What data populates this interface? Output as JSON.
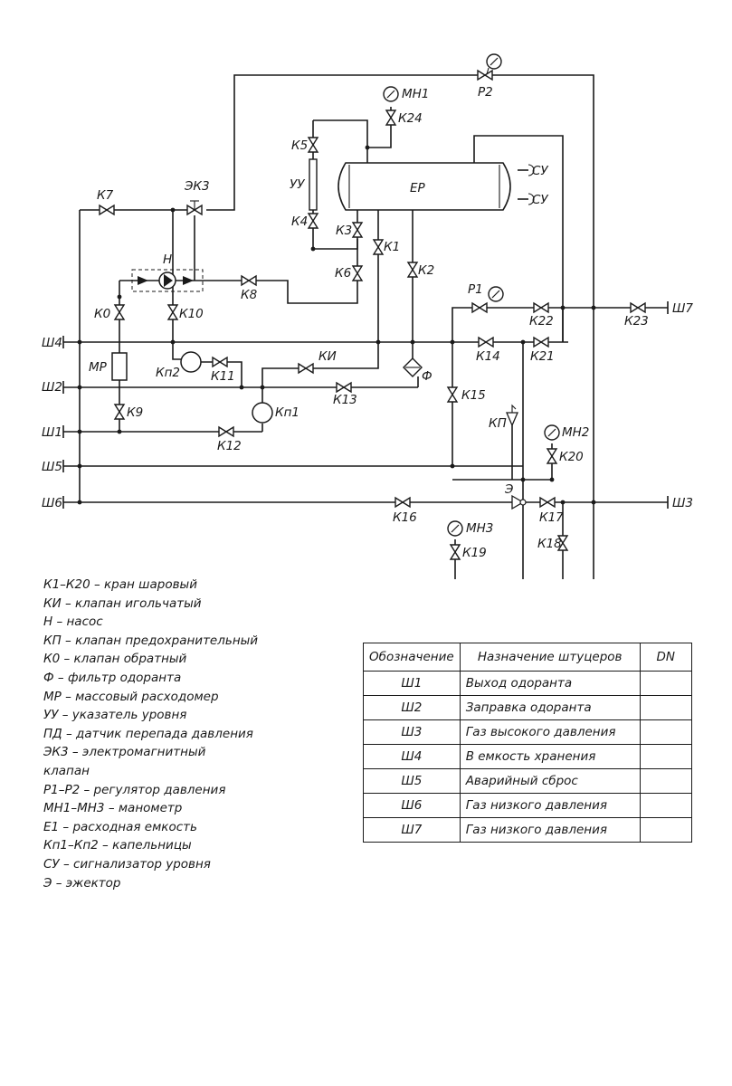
{
  "labels": {
    "r2": "Р2",
    "mn1": "МН1",
    "k24": "К24",
    "k5": "К5",
    "uu": "УУ",
    "k4": "К4",
    "k3": "К3",
    "er": "ЕР",
    "su1": "СУ",
    "su2": "СУ",
    "k1": "К1",
    "k6": "К6",
    "k2": "К2",
    "k7": "К7",
    "ek3": "ЭК3",
    "n": "Н",
    "k8": "К8",
    "k0": "К0",
    "k10": "К10",
    "p1": "Р1",
    "k22": "К22",
    "k23": "К23",
    "sh7": "Ш7",
    "sh4": "Ш4",
    "mr": "МР",
    "kp2": "Кп2",
    "k11": "К11",
    "ki": "КИ",
    "k14": "К14",
    "k21": "К21",
    "f": "Ф",
    "sh2": "Ш2",
    "k13": "К13",
    "k15": "К15",
    "kp1": "Кп1",
    "k9": "К9",
    "kp": "КП",
    "mn2": "МН2",
    "sh1": "Ш1",
    "k12": "К12",
    "k20": "К20",
    "sh5": "Ш5",
    "e": "Э",
    "sh6": "Ш6",
    "k16": "К16",
    "k17": "К17",
    "sh3": "Ш3",
    "mn3": "МН3",
    "k18": "К18",
    "k19": "К19"
  },
  "legend": [
    "К1–К20 – кран шаровый",
    "КИ – клапан игольчатый",
    "Н – насос",
    "КП – клапан предохранительный",
    "К0 – клапан обратный",
    "Ф – фильтр одоранта",
    "МР – массовый расходомер",
    "УУ – указатель уровня",
    "ПД – датчик перепада давления",
    "ЭК3 – электромагнитный",
    "клапан",
    "Р1–Р2 – регулятор давления",
    "МН1–МН3 – манометр",
    "Е1 – расходная емкость",
    "Кп1–Кп2 – капельницы",
    "СУ – сигнализатор уровня",
    "Э – эжектор"
  ],
  "table": {
    "headers": [
      "Обозначение",
      "Назначение штуцеров",
      "DN"
    ],
    "rows": [
      {
        "code": "Ш1",
        "purpose": "Выход одоранта",
        "dn": ""
      },
      {
        "code": "Ш2",
        "purpose": "Заправка одоранта",
        "dn": ""
      },
      {
        "code": "Ш3",
        "purpose": "Газ высокого давления",
        "dn": ""
      },
      {
        "code": "Ш4",
        "purpose": "В емкость хранения",
        "dn": ""
      },
      {
        "code": "Ш5",
        "purpose": "Аварийный сброс",
        "dn": ""
      },
      {
        "code": "Ш6",
        "purpose": "Газ низкого давления",
        "dn": ""
      },
      {
        "code": "Ш7",
        "purpose": "Газ низкого давления",
        "dn": ""
      }
    ]
  }
}
